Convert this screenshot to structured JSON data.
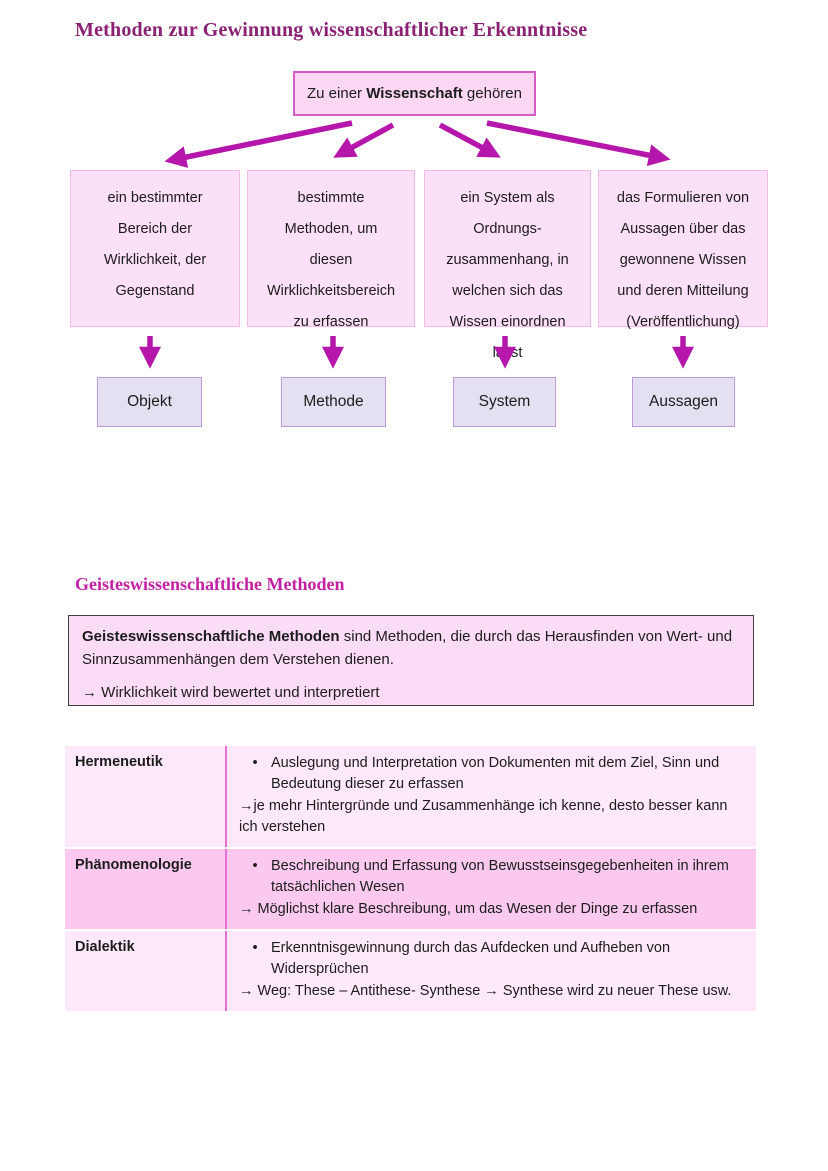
{
  "colors": {
    "text": "#1c1c1c",
    "title": "#8b2173",
    "heading2": "#c320a4",
    "arrow": "#b517ab",
    "rootBoxFill": "#fbd7f4",
    "rootBoxBorder": "#d55ec5",
    "branchFill": "#fce0f7",
    "branchBorder": "#f0bce6",
    "resultFill": "#e4e0f2",
    "resultBorder": "#bd9ad8",
    "defFill": "#fbdcf6",
    "defBorder": "#404040",
    "rowLight": "#fde9f9",
    "rowDark": "#fbc9ef",
    "tableDivider": "#e86fd6"
  },
  "page": {
    "title": "Methoden zur Gewinnung wissenschaftlicher Erkenntnisse"
  },
  "diagram": {
    "root": {
      "prefix": "Zu einer ",
      "bold": "Wissenschaft",
      "suffix": " gehören"
    },
    "branches": [
      {
        "description": "ein bestimmter\nBereich der\nWirklichkeit, der\nGegenstand",
        "result": "Objekt"
      },
      {
        "description": "bestimmte\nMethoden, um\ndiesen\nWirklichkeitsbereich\nzu erfassen",
        "result": "Methode"
      },
      {
        "description": "ein System als\nOrdnungs-\nzusammenhang, in\nwelchen sich das\nWissen einordnen\nlässt",
        "result": "System"
      },
      {
        "description": "das Formulieren von\nAussagen über das\ngewonnene Wissen\nund deren Mitteilung\n(Veröffentlichung)",
        "result": "Aussagen"
      }
    ]
  },
  "section": {
    "heading": "Geisteswissenschaftliche Methoden",
    "definition": {
      "bold": "Geisteswissenschaftliche Methoden",
      "rest": " sind Methoden, die durch das Herausfinden von Wert- und Sinnzusammenhängen dem Verstehen dienen.",
      "arrow_line": "→ Wirklichkeit wird bewertet und interpretiert"
    },
    "table": {
      "rows": [
        {
          "term": "Hermeneutik",
          "bullet_char": "•",
          "bullet": "Auslegung und Interpretation von Dokumenten mit dem Ziel, Sinn und Bedeutung dieser zu erfassen",
          "arrow": "→je mehr Hintergründe und Zusammenhänge ich kenne, desto besser kann ich verstehen"
        },
        {
          "term": "Phänomenologie",
          "bullet_char": "•",
          "bullet": "Beschreibung und Erfassung von Bewusstseinsgegebenheiten in ihrem tatsächlichen Wesen",
          "arrow": "→ Möglichst klare Beschreibung, um das Wesen der Dinge zu erfassen"
        },
        {
          "term": "Dialektik",
          "bullet_char": "•",
          "bullet": "Erkenntnisgewinnung durch das Aufdecken und Aufheben von Widersprüchen",
          "arrow": "→ Weg: These – Antithese- Synthese → Synthese wird zu neuer These usw."
        }
      ]
    }
  }
}
